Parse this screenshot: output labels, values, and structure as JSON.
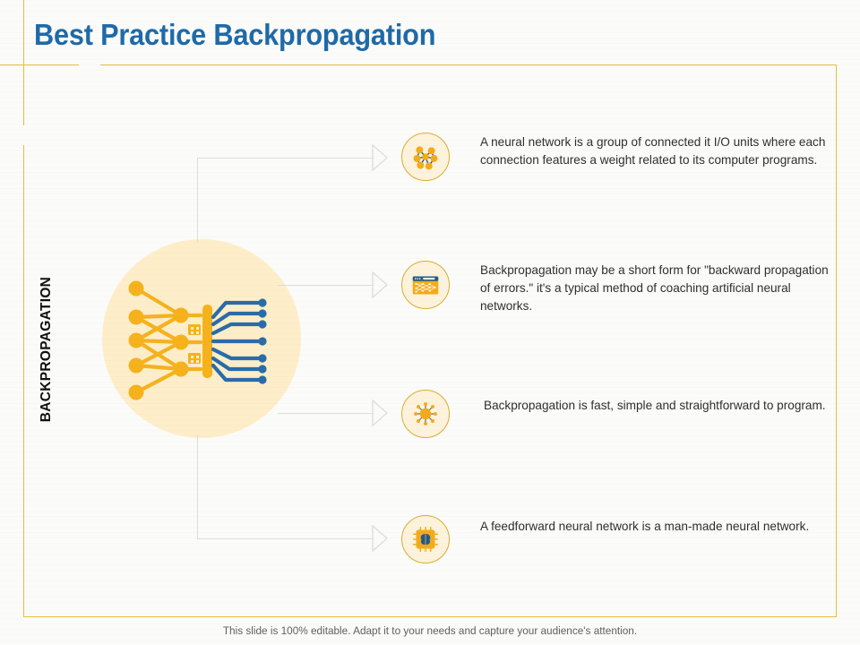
{
  "slide": {
    "title": "Best Practice Backpropagation",
    "side_label": "BACKPROPAGATION",
    "footer": "This slide is 100% editable. Adapt it to your needs and capture your audience's attention."
  },
  "colors": {
    "title_blue": "#1f6aa8",
    "frame_gold": "#e8be3e",
    "icon_ring": "#d9ad33",
    "icon_fill": "#fdf3dc",
    "hero_circle": "#fdeec9",
    "accent_orange": "#f5b21d",
    "accent_blue": "#2a6ca8",
    "connector_gray": "#dedede",
    "body_text": "#2f2f2f",
    "footer_text": "#5f5f5f"
  },
  "hero": {
    "name": "neural-network-circuit-illustration",
    "description": "Orange neural network nodes feeding a processor bar with blue circuit traces fanning right"
  },
  "rows": [
    {
      "icon": "molecule-network-icon",
      "text": "A neural network is a group of connected it I/O units where each connection features a weight related to its computer programs."
    },
    {
      "icon": "browser-network-window-icon",
      "text": "Backpropagation may be a short form for \"backward propagation of errors.\" it's a typical method of coaching artificial neural networks."
    },
    {
      "icon": "radial-hub-sun-icon",
      "text": "Backpropagation is fast, simple and straightforward to program."
    },
    {
      "icon": "ai-brain-chip-icon",
      "text": "A feedforward neural network is a man-made neural network."
    }
  ]
}
